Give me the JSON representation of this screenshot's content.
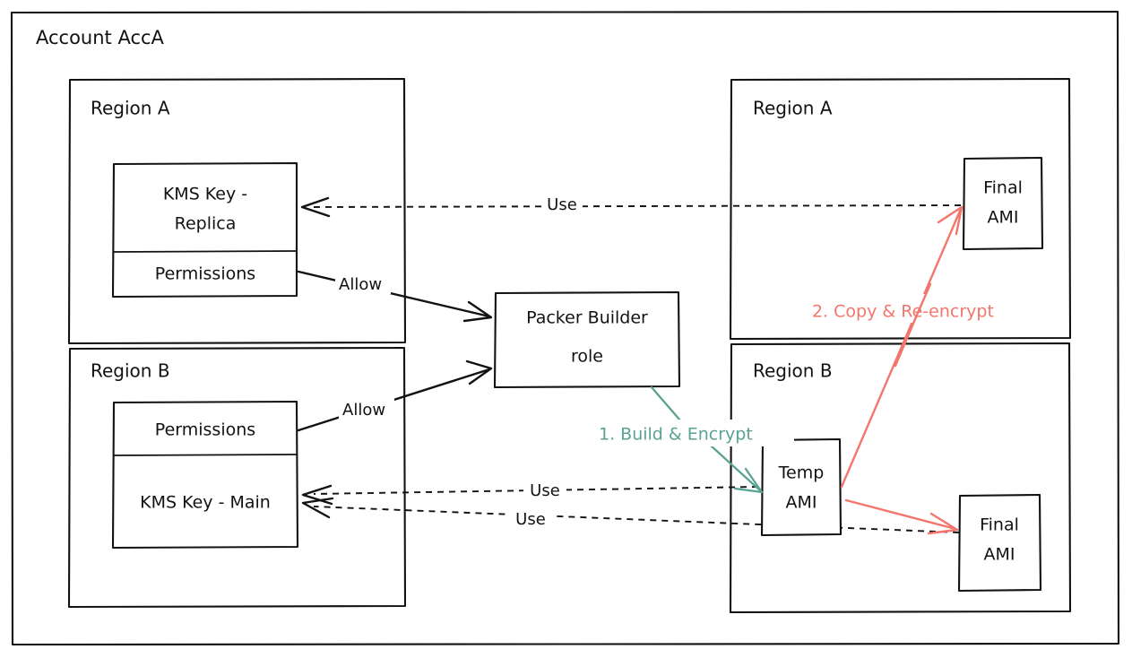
{
  "diagram": {
    "title": "Account AccA",
    "type": "aws-kms-ami-architecture",
    "colors": {
      "stroke": "#121212",
      "background": "#ffffff",
      "step1": "#5aa392",
      "step2": "#f3766d"
    },
    "left_group": {
      "regions": [
        {
          "name": "Region A",
          "nodes": [
            {
              "id": "kms-replica",
              "label_line1": "KMS Key -",
              "label_line2": "Replica"
            },
            {
              "id": "permissions-a",
              "label": "Permissions"
            }
          ]
        },
        {
          "name": "Region B",
          "nodes": [
            {
              "id": "permissions-b",
              "label": "Permissions"
            },
            {
              "id": "kms-main",
              "label": "KMS Key - Main"
            }
          ]
        }
      ]
    },
    "center": {
      "node": {
        "id": "packer-role",
        "label_line1": "Packer Builder",
        "label_line2": "role"
      }
    },
    "right_group": {
      "regions": [
        {
          "name": "Region A",
          "nodes": [
            {
              "id": "final-ami-a",
              "label_line1": "Final",
              "label_line2": "AMI"
            }
          ],
          "annotation": "2. Copy & Re-encrypt"
        },
        {
          "name": "Region B",
          "nodes": [
            {
              "id": "temp-ami",
              "label_line1": "Temp",
              "label_line2": "AMI"
            },
            {
              "id": "final-ami-b",
              "label_line1": "Final",
              "label_line2": "AMI"
            }
          ]
        }
      ]
    },
    "annotations": {
      "step1": "1. Build & Encrypt",
      "step2": "2. Copy & Re-encrypt"
    },
    "edges": [
      {
        "id": "allow-a",
        "label": "Allow",
        "from": "permissions-a",
        "to": "packer-role",
        "style": "solid"
      },
      {
        "id": "allow-b",
        "label": "Allow",
        "from": "permissions-b",
        "to": "packer-role",
        "style": "solid"
      },
      {
        "id": "use-final-a",
        "label": "Use",
        "from": "final-ami-a",
        "to": "kms-replica",
        "style": "dashed"
      },
      {
        "id": "use-temp",
        "label": "Use",
        "from": "temp-ami",
        "to": "kms-main",
        "style": "dashed"
      },
      {
        "id": "use-final-b",
        "label": "Use",
        "from": "final-ami-b",
        "to": "kms-main",
        "style": "dashed"
      },
      {
        "id": "build-encrypt",
        "label": "1. Build & Encrypt",
        "from": "packer-role",
        "to": "temp-ami",
        "style": "solid-green"
      },
      {
        "id": "copy-reencrypt-a",
        "label": "2. Copy & Re-encrypt",
        "from": "temp-ami",
        "to": "final-ami-a",
        "style": "solid-red"
      },
      {
        "id": "copy-reencrypt-b",
        "label": "",
        "from": "temp-ami",
        "to": "final-ami-b",
        "style": "solid-red"
      }
    ]
  }
}
